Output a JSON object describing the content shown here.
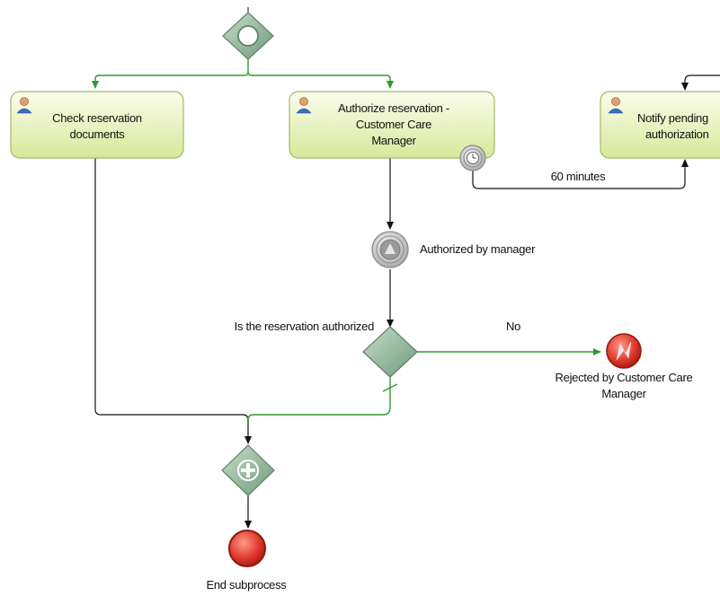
{
  "tasks": {
    "check": {
      "line1": "Check reservation",
      "line2": "documents"
    },
    "authorize": {
      "line1": "Authorize reservation -",
      "line2": "Customer Care",
      "line3": "Manager"
    },
    "notify": {
      "line1": "Notify pending",
      "line2": "authorization"
    }
  },
  "timer_label": "60 minutes",
  "events": {
    "authorized_by_manager": "Authorized by manager",
    "rejected_line1": "Rejected by Customer Care",
    "rejected_line2": "Manager",
    "end_subprocess": "End subprocess"
  },
  "gateways": {
    "decision_label": "Is the reservation authorized",
    "no_label": "No"
  },
  "colors": {
    "task_fill_top": "#f8fbe4",
    "task_fill_bottom": "#d9e9a0",
    "task_stroke": "#9bb05a",
    "gateway_fill": "#8fb39a",
    "flow_green": "#2e9a2e",
    "end_event": "#d83a3a"
  }
}
